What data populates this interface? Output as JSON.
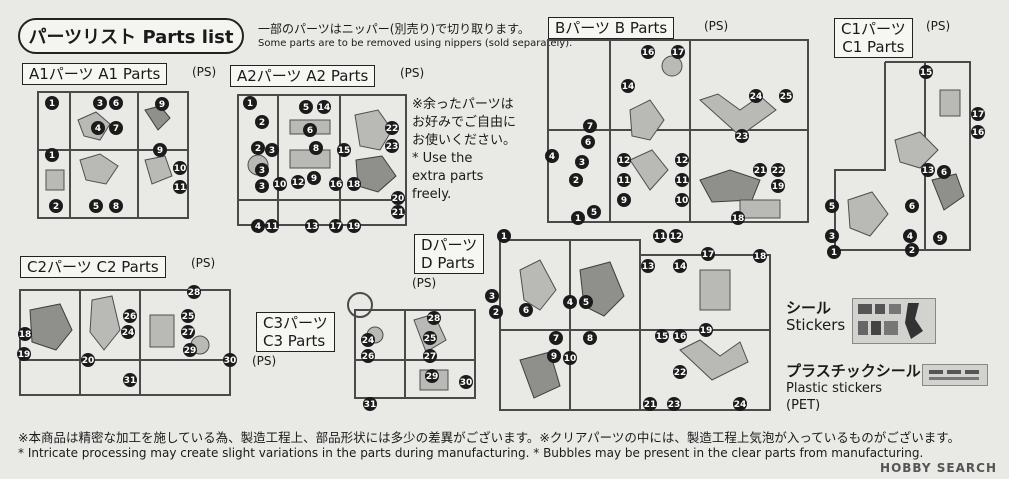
{
  "title": "パーツリスト Parts list",
  "notes": {
    "nipper_jp": "一部のパーツはニッパー(別売り)で切り取ります。",
    "nipper_en": "Some parts are to be removed using nippers (sold separately).",
    "extra_jp_1": "※余ったパーツは",
    "extra_jp_2": "お好みでご自由に",
    "extra_jp_3": "お使いください。",
    "extra_en_1": "* Use the",
    "extra_en_2": "extra parts",
    "extra_en_3": "freely.",
    "bottom_jp": "※本商品は精密な加工を施している為、製造工程上、部品形状には多少の差異がございます。※クリアパーツの中には、製造工程上気泡が入っているものがございます。",
    "bottom_en": "* Intricate processing may create slight variations in the parts during manufacturing.   * Bubbles may be present in the clear parts from manufacturing."
  },
  "sections": {
    "a1": {
      "label": "A1パーツ  A1 Parts",
      "ps": "(PS)"
    },
    "a2": {
      "label": "A2パーツ  A2 Parts",
      "ps": "(PS)"
    },
    "b": {
      "label": "Bパーツ   B Parts",
      "ps": "(PS)"
    },
    "c1": {
      "label_1": "C1パーツ",
      "label_2": "C1 Parts",
      "ps": "(PS)"
    },
    "c2": {
      "label": "C2パーツ  C2 Parts",
      "ps": "(PS)"
    },
    "c3": {
      "label_1": "C3パーツ",
      "label_2": "C3 Parts",
      "ps": "(PS)"
    },
    "d": {
      "label_1": "Dパーツ",
      "label_2": "D Parts",
      "ps": "(PS)"
    }
  },
  "stickers": {
    "label_jp": "シール",
    "label_en": "Stickers"
  },
  "plastic": {
    "label_jp": "プラスチックシール",
    "label_en_1": "Plastic stickers",
    "label_en_2": "(PET)"
  },
  "watermark": "HOBBY SEARCH"
}
